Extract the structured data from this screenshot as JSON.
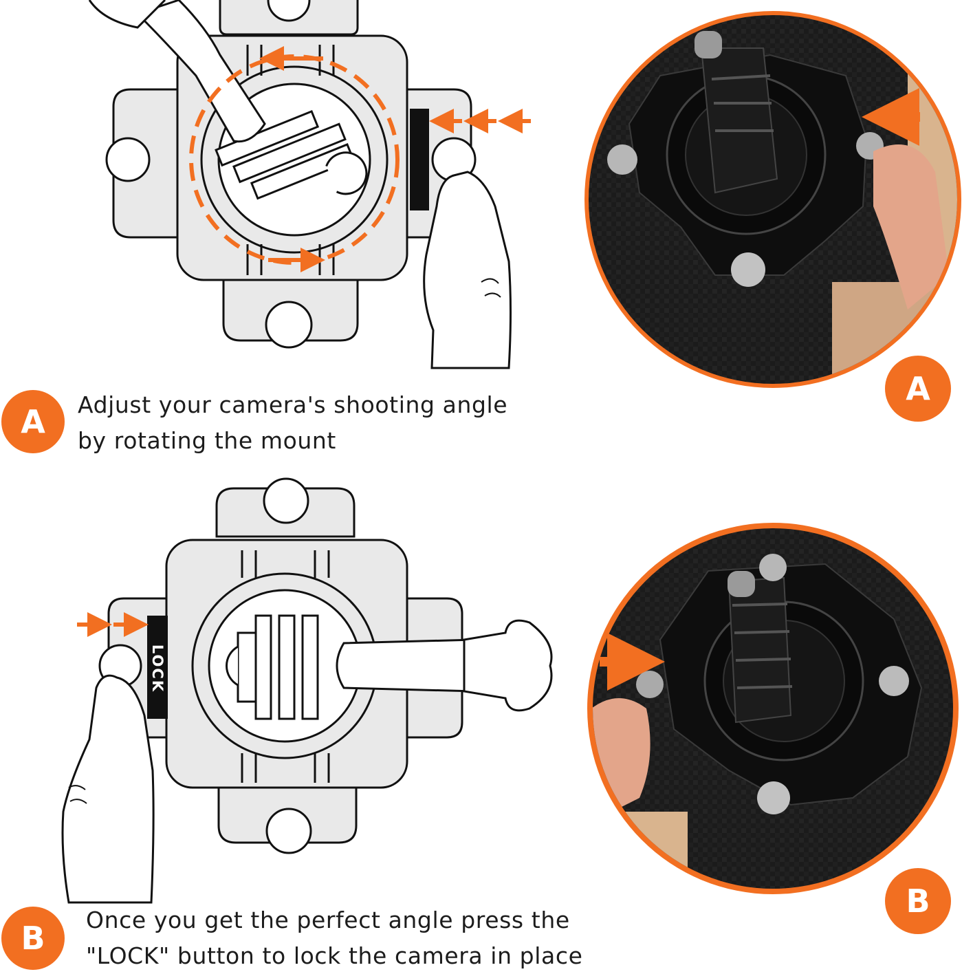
{
  "steps": [
    {
      "badge": "A",
      "caption_line1": "Adjust your camera's shooting angle",
      "caption_line2": "by rotating the mount"
    },
    {
      "badge": "B",
      "caption_line1": "Once you get the perfect angle press the",
      "caption_line2": "\"LOCK\" button to lock the camera in place"
    }
  ],
  "lock_label": "LOCK",
  "colors": {
    "accent": "#f26f21",
    "mount_fill": "#e9e9e9",
    "outline": "#111111",
    "photo_dark": "#151515",
    "badge_text": "#ffffff"
  }
}
